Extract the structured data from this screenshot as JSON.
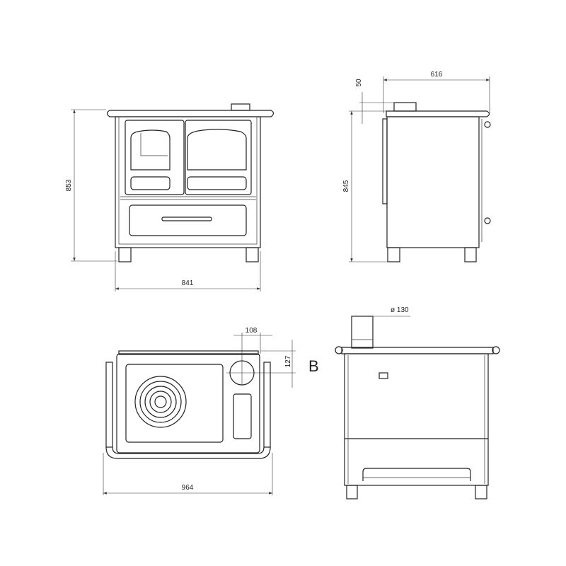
{
  "views": {
    "front": {
      "width_label": "841",
      "height_label": "853"
    },
    "side": {
      "depth_label": "616",
      "flue_height_label": "50",
      "height_label": "845"
    },
    "top": {
      "width_label": "964",
      "flue_offset_x_label": "108",
      "flue_offset_y_label": "127",
      "section_marker": "B"
    },
    "back": {
      "flue_diameter_label": "ø 130"
    }
  },
  "colors": {
    "line": "#222222",
    "background": "#ffffff"
  }
}
